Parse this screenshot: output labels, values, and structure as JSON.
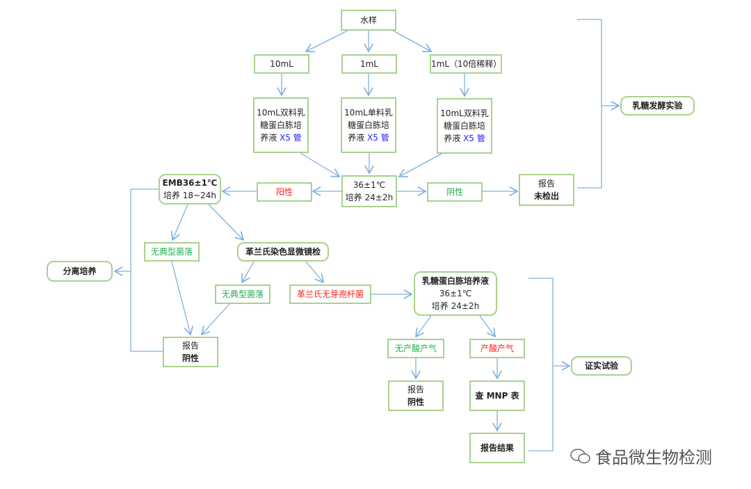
{
  "nodes": {
    "water": "水样",
    "v10": "10mL",
    "v1": "1mL",
    "v1d": "1mL（10倍稀释）",
    "t1a": "10mL双料乳",
    "t1b": "糖蛋白胨培",
    "t1c": "养液",
    "t2a": "10mL单料乳",
    "t2b": "糖蛋白胨培",
    "t2c": "养液",
    "t3a": "10mL双料乳",
    "t3b": "糖蛋白胨培",
    "t3c": "养液",
    "x5": "X5 管",
    "inc1": "36±1℃",
    "inc2": "培养 24±2h",
    "pos": "阳性",
    "neg": "阴性",
    "rep1a": "报告",
    "rep1b": "未检出",
    "lactose": "乳糖发酵实验",
    "emb1": "EMB36±1℃",
    "emb2": "培养 18~24h",
    "none1": "无典型菌落",
    "gram": "革兰氏染色显微镜检",
    "iso": "分离培养",
    "none2": "无典型菌落",
    "gramneg": "革兰氏无芽孢杆菌",
    "lb1": "乳糖蛋白胨培养液",
    "lb2": "36±1℃",
    "lb3": "培养 24±2h",
    "rep2a": "报告",
    "rep2b": "阴性",
    "noacid": "无产酸产气",
    "acid": "产酸产气",
    "rep3a": "报告",
    "rep3b": "阴性",
    "mnp": "查 MNP 表",
    "confirm": "证实试验",
    "result": "报告结果"
  },
  "watermark": "食品微生物检测",
  "colors": {
    "border": "#a9d18e",
    "arrow": "#7fb0e0",
    "red": "#ff2020",
    "green": "#20b050",
    "blue": "#2020ff"
  }
}
